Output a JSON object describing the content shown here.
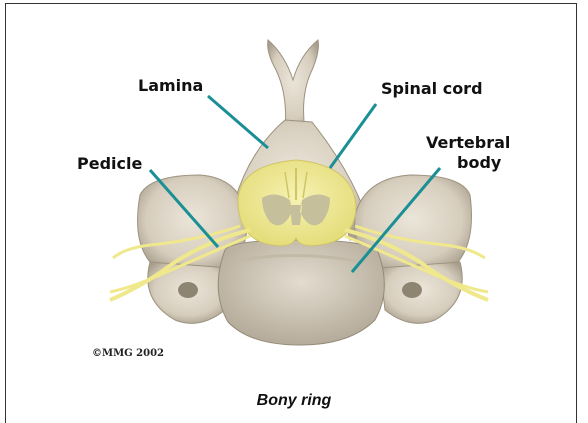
{
  "labels": {
    "lamina": "Lamina",
    "spinal_cord": "Spinal cord",
    "pedicle": "Pedicle",
    "vertebral_body_line1": "Vertebral",
    "vertebral_body_line2": "body"
  },
  "copyright": "©MMG 2002",
  "caption": "Bony ring",
  "colors": {
    "bone": "#d9d1c4",
    "bone_shadow": "#a89e8d",
    "cord": "#f1ec9a",
    "gray_matter": "#bdb79a",
    "pointer": "#1a8f95"
  }
}
